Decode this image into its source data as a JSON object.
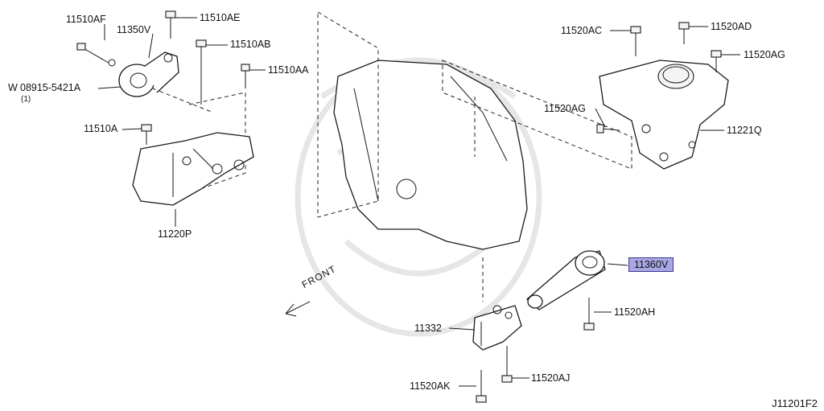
{
  "parts": {
    "p11510AF": "11510AF",
    "p11350V": "11350V",
    "p11510AE": "11510AE",
    "p11510AB": "11510AB",
    "p11510AA": "11510AA",
    "p08915": "08915-5421A",
    "p08915_qty": "(1)",
    "p08915_prefix": "W",
    "p11510A": "11510A",
    "p11220P": "11220P",
    "p11520AC": "11520AC",
    "p11520AD": "11520AD",
    "p11520AG_top": "11520AG",
    "p11520AG_left": "11520AG",
    "p11221Q": "11221Q",
    "p11360V": "11360V",
    "p11520AH": "11520AH",
    "p11332": "11332",
    "p11520AK": "11520AK",
    "p11520AJ": "11520AJ"
  },
  "front_label": "FRONT",
  "diagram_code": "J11201F2",
  "colors": {
    "highlight": "#a9a6e4",
    "highlight_border": "#3b3690",
    "ink": "#1a1a1a"
  }
}
